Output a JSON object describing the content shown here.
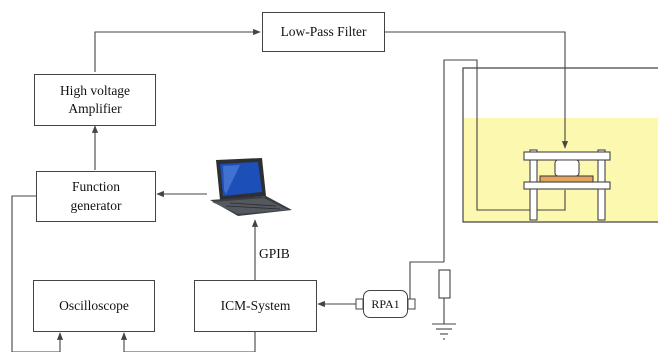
{
  "blocks": {
    "low_pass_filter": "Low-Pass Filter",
    "high_voltage_amplifier_line1": "High voltage",
    "high_voltage_amplifier_line2": "Amplifier",
    "function_generator_line1": "Function",
    "function_generator_line2": "generator",
    "oscilloscope": "Oscilloscope",
    "icm_system": "ICM-System",
    "rpa": "RPA1"
  },
  "connections": {
    "gpib_label": "GPIB"
  },
  "colors": {
    "line": "#444444",
    "tank_fill": "#fdf8b0",
    "stage_fill": "#e3a35a",
    "laptop_body": "#2d2f33",
    "laptop_screen": "#1d4fb8"
  },
  "icons": {
    "laptop": "laptop-icon",
    "ground": "ground-icon",
    "resistor": "resistor-icon"
  }
}
